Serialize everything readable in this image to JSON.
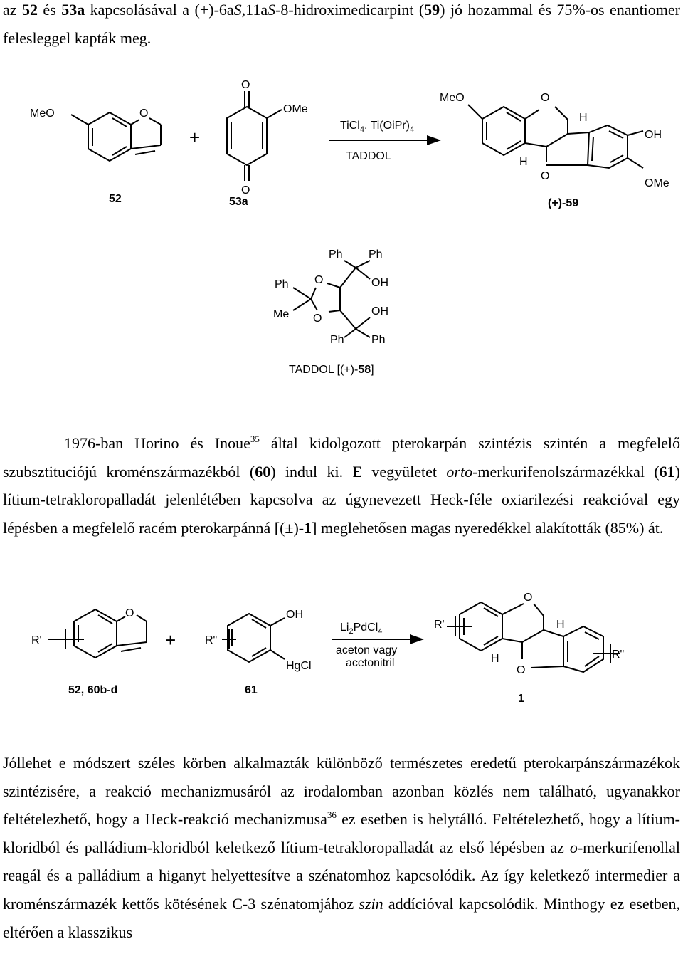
{
  "paragraph1": {
    "t1": "az ",
    "b1": "52",
    "t2": " és ",
    "b2": "53a",
    "t3": " kapcsolásával a (+)-6a",
    "i1": "S",
    "t4": ",11a",
    "i2": "S",
    "t5": "-8-hidroximedicarpint (",
    "b3": "59",
    "t6": ") jó hozammal és 75%-os enantiomer felesleggel kapták meg."
  },
  "scheme1": {
    "reactant_a": {
      "label": "52",
      "meo": "MeO",
      "o": "O"
    },
    "plus": "+",
    "reactant_b": {
      "label": "53a",
      "o_top": "O",
      "o_bottom": "O",
      "ome": "OMe"
    },
    "reagent_line1_main": "TiCl",
    "reagent_line1_sub1": "4",
    "reagent_line1_mid": ", Ti(OiPr)",
    "reagent_line1_sub2": "4",
    "reagent_line2": "TADDOL",
    "product": {
      "label": "(+)-59",
      "meo": "MeO",
      "o_ring": "O",
      "h_top": "H",
      "h_bottom": "H",
      "o_furan": "O",
      "oh": "OH",
      "ome": "OMe"
    }
  },
  "taddol": {
    "ph1": "Ph",
    "ph2": "Ph",
    "ph3": "Ph",
    "ph4": "Ph",
    "ph5": "Ph",
    "o1": "O",
    "o2": "O",
    "oh1": "OH",
    "oh2": "OH",
    "me": "Me",
    "caption_main": "TADDOL [(+)-",
    "caption_bold": "58",
    "caption_end": "]"
  },
  "paragraph2": {
    "t1": "1976-ban Horino és Inoue",
    "sup1": "35",
    "t2": " által kidolgozott pterokarpán szintézis szintén a megfelelő szubsztituciójú kroménszármazékból (",
    "b1": "60",
    "t3": ") indul ki. E vegyületet ",
    "i1": "orto",
    "t4": "-merkurifenolszármazékkal (",
    "b2": "61",
    "t5": ") lítium-tetrakloropalladát jelenlétében kapcsolva az úgynevezett Heck-féle oxiarilezési reakcióval egy lépésben a megfelelő racém pterokarpánná [(±)-",
    "b3": "1",
    "t6": "] meglehetősen magas nyeredékkel alakították (85%) át."
  },
  "scheme2": {
    "reactant_a": {
      "label": "52, 60b-d",
      "r": "R'",
      "o": "O"
    },
    "plus": "+",
    "reactant_b": {
      "label": "61",
      "r": "R\"",
      "oh": "OH",
      "hgcl": "HgCl"
    },
    "reagent_line1_a": "Li",
    "reagent_line1_sub1": "2",
    "reagent_line1_b": "PdCl",
    "reagent_line1_sub2": "4",
    "reagent_line2": "aceton vagy",
    "reagent_line3": "acetonitril",
    "product": {
      "label": "1",
      "r1": "R'",
      "r2": "R\"",
      "o_ring": "O",
      "h_top": "H",
      "h_bottom": "H",
      "o_furan": "O"
    }
  },
  "paragraph3": {
    "t1": "Jóllehet e módszert széles körben alkalmazták különböző természetes eredetű pterokarpánszármazékok szintézisére, a reakció mechanizmusáról az irodalomban azonban közlés nem található, ugyanakkor feltételezhető, hogy a Heck-reakció mechanizmusa",
    "sup1": "36",
    "t2": " ez esetben is helytálló. Feltételezhető, hogy a lítium-kloridból és palládium-kloridból keletkező lítium-tetrakloropalladát az első lépésben az ",
    "i1": "o",
    "t3": "-merkurifenollal reagál és a palládium a higanyt helyettesítve a szénatomhoz kapcsolódik. Az így keletkező intermedier a kroménszármazék kettős kötésének C-3 szénatomjához ",
    "i2": "szin",
    "t4": " addícióval kapcsolódik. Minthogy ez esetben, eltérően a klasszikus"
  }
}
